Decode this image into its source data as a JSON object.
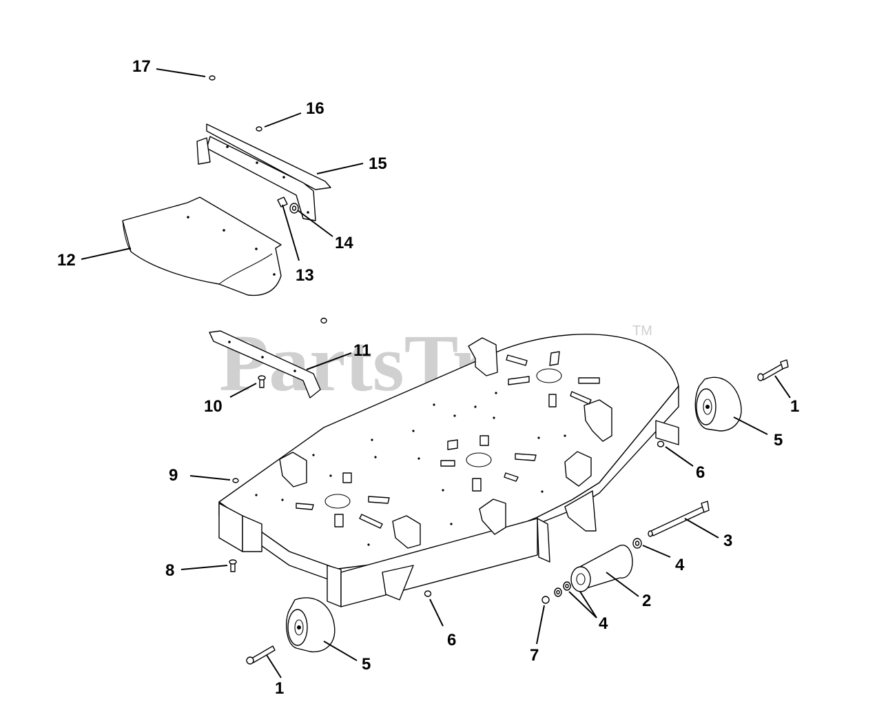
{
  "watermark": {
    "text": "PartsTree",
    "tm": "TM"
  },
  "callouts": [
    {
      "id": "c17",
      "label": "17"
    },
    {
      "id": "c16",
      "label": "16"
    },
    {
      "id": "c15",
      "label": "15"
    },
    {
      "id": "c14",
      "label": "14"
    },
    {
      "id": "c13",
      "label": "13"
    },
    {
      "id": "c12",
      "label": "12"
    },
    {
      "id": "c11",
      "label": "11"
    },
    {
      "id": "c10",
      "label": "10"
    },
    {
      "id": "c9",
      "label": "9"
    },
    {
      "id": "c8",
      "label": "8"
    },
    {
      "id": "c7",
      "label": "7"
    },
    {
      "id": "c6a",
      "label": "6"
    },
    {
      "id": "c6b",
      "label": "6"
    },
    {
      "id": "c5a",
      "label": "5"
    },
    {
      "id": "c5b",
      "label": "5"
    },
    {
      "id": "c4a",
      "label": "4"
    },
    {
      "id": "c4b",
      "label": "4"
    },
    {
      "id": "c3",
      "label": "3"
    },
    {
      "id": "c2",
      "label": "2"
    },
    {
      "id": "c1a",
      "label": "1"
    },
    {
      "id": "c1b",
      "label": "1"
    }
  ]
}
